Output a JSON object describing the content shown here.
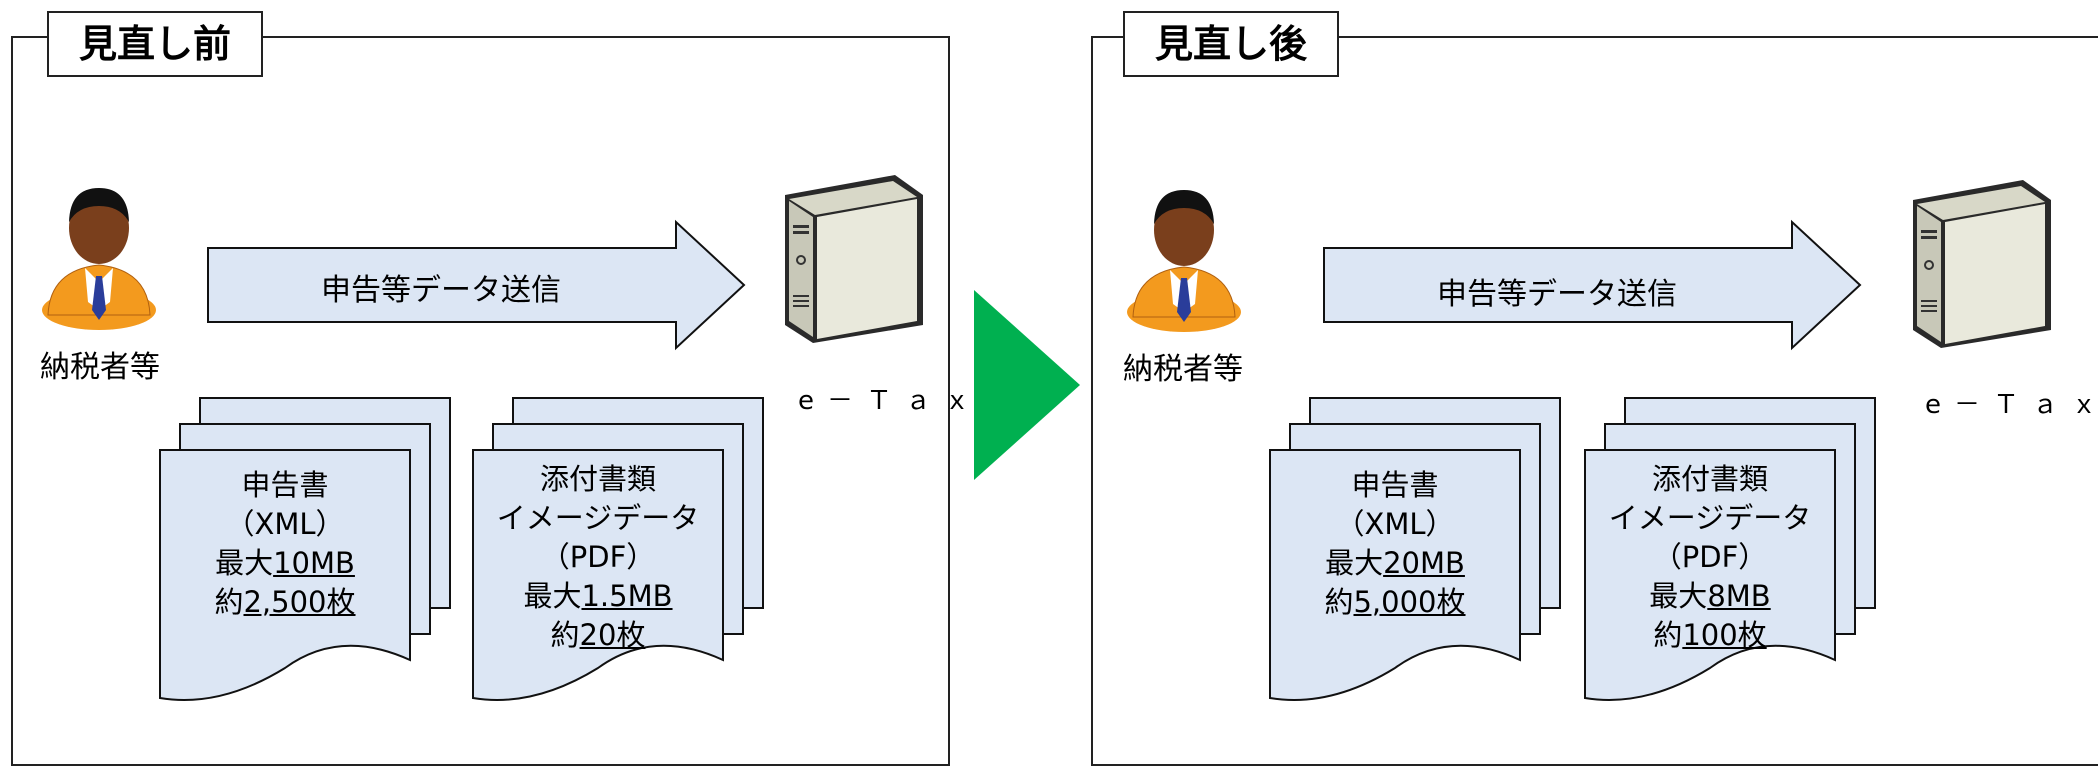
{
  "before": {
    "title": "見直し前",
    "person_label": "納税者等",
    "arrow_label": "申告等データ送信",
    "server_label": "e－Ｔａｘ",
    "doc1": {
      "line1": "申告書",
      "line2": "（XML）",
      "size_prefix": "最大",
      "size_value": "10MB",
      "count_prefix": "約",
      "count_value": "2,500枚"
    },
    "doc2": {
      "line1": "添付書類",
      "line2": "イメージデータ",
      "line3": "（PDF）",
      "size_prefix": "最大",
      "size_value": "1.5MB",
      "count_prefix": "約",
      "count_value": "20枚"
    }
  },
  "after": {
    "title": "見直し後",
    "person_label": "納税者等",
    "arrow_label": "申告等データ送信",
    "server_label": "e－Ｔａｘ",
    "doc1": {
      "line1": "申告書",
      "line2": "（XML）",
      "size_prefix": "最大",
      "size_value": "20MB",
      "count_prefix": "約",
      "count_value": "5,000枚"
    },
    "doc2": {
      "line1": "添付書類",
      "line2": "イメージデータ",
      "line3": "（PDF）",
      "size_prefix": "最大",
      "size_value": "8MB",
      "count_prefix": "約",
      "count_value": "100枚"
    }
  },
  "colors": {
    "arrow_fill": "#dce6f4",
    "doc_fill": "#dce6f4",
    "transition_arrow": "#00b050",
    "person_suit": "#f39a1e",
    "person_tie": "#2a3d9a"
  }
}
